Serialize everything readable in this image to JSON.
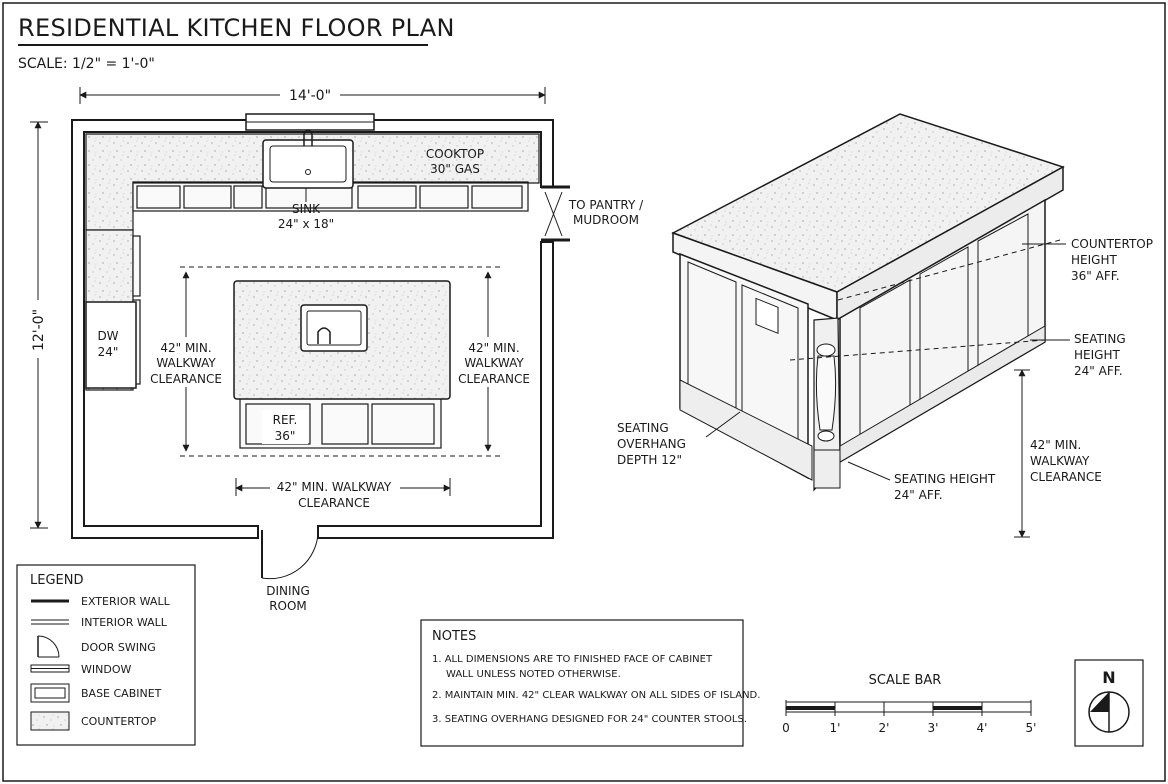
{
  "title": "RESIDENTIAL KITCHEN FLOOR PLAN",
  "scale": "SCALE: 1/2\" = 1'-0\"",
  "plan": {
    "width_dim": "14'-0\"",
    "height_dim": "12'-0\"",
    "cooktop_line1": "COOKTOP",
    "cooktop_line2": "30\" GAS",
    "sink_line1": "SINK",
    "sink_line2": "24\" x 18\"",
    "pantry_line1": "TO PANTRY /",
    "pantry_line2": "MUDROOM",
    "dw_line1": "DW",
    "dw_line2": "24\"",
    "left_clear": [
      "42\" MIN.",
      "WALKWAY",
      "CLEARANCE"
    ],
    "right_clear": [
      "42\" MIN.",
      "WALKWAY",
      "CLEARANCE"
    ],
    "bottom_clear_line1": "42\" MIN. WALKWAY",
    "bottom_clear_line2": "CLEARANCE",
    "ref_line1": "REF.",
    "ref_line2": "36\"",
    "dining_line1": "DINING",
    "dining_line2": "ROOM"
  },
  "iso": {
    "countertop": [
      "COUNTERTOP",
      "HEIGHT",
      "36\" AFF."
    ],
    "seating_h": [
      "SEATING",
      "HEIGHT",
      "24\" AFF."
    ],
    "walkway": [
      "42\" MIN.",
      "WALKWAY",
      "CLEARANCE"
    ],
    "overhang": [
      "SEATING",
      "OVERHANG",
      "DEPTH 12\""
    ],
    "seating_h2": [
      "SEATING HEIGHT",
      "24\" AFF."
    ]
  },
  "legend": {
    "title": "LEGEND",
    "items": [
      {
        "label": "EXTERIOR WALL",
        "icon": "exterior-wall"
      },
      {
        "label": "INTERIOR WALL",
        "icon": "interior-wall"
      },
      {
        "label": "DOOR SWING",
        "icon": "door-swing"
      },
      {
        "label": "WINDOW",
        "icon": "window"
      },
      {
        "label": "BASE CABINET",
        "icon": "base-cabinet"
      },
      {
        "label": "COUNTERTOP",
        "icon": "countertop"
      }
    ]
  },
  "notes": {
    "title": "NOTES",
    "items": [
      [
        "1.  ALL DIMENSIONS ARE TO FINISHED FACE OF CABINET",
        "WALL UNLESS NOTED OTHERWISE."
      ],
      [
        "2.  MAINTAIN MIN. 42\" CLEAR WALKWAY ON ALL SIDES OF ISLAND."
      ],
      [
        "3.  SEATING OVERHANG DESIGNED FOR 24\" COUNTER STOOLS."
      ]
    ]
  },
  "scale_bar": {
    "title": "SCALE BAR",
    "ticks": [
      "0",
      "1'",
      "2'",
      "3'",
      "4'",
      "5'"
    ]
  },
  "north": "N"
}
